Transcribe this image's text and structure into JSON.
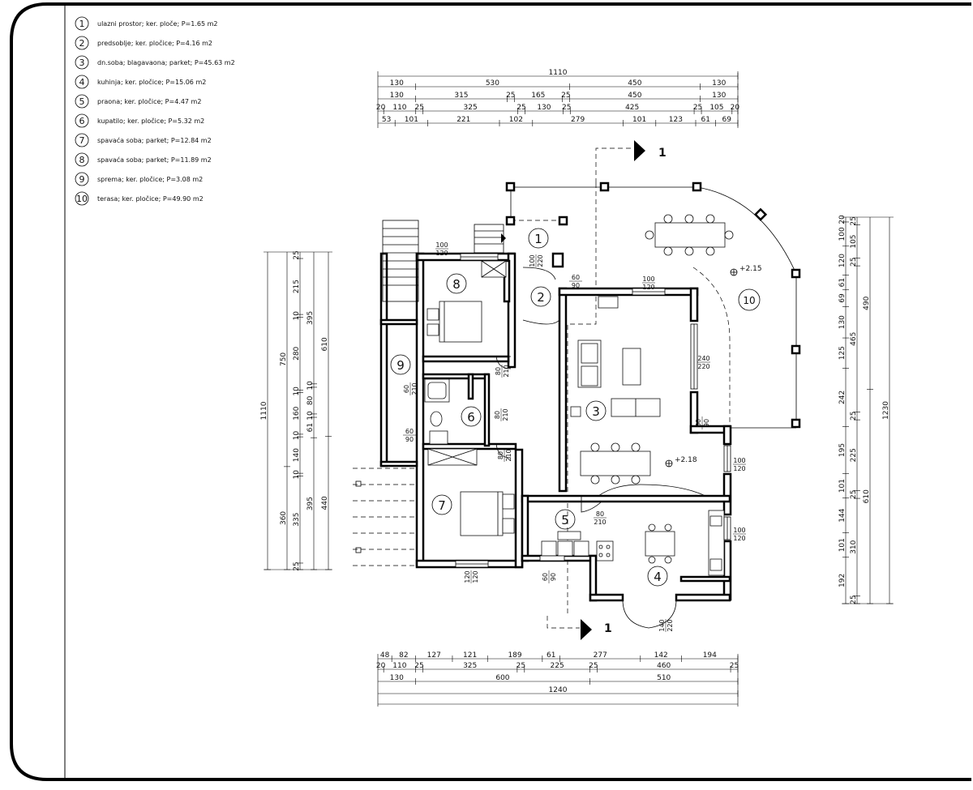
{
  "legend": [
    {
      "num": "1",
      "text": "ulazni prostor; ker. ploče; P=1.65 m2"
    },
    {
      "num": "2",
      "text": "predsoblje; ker. pločice; P=4.16 m2"
    },
    {
      "num": "3",
      "text": "dn.soba; blagavaona; parket; P=45.63 m2"
    },
    {
      "num": "4",
      "text": "kuhinja; ker. pločice; P=15.06 m2"
    },
    {
      "num": "5",
      "text": "praona; ker. pločice; P=4.47 m2"
    },
    {
      "num": "6",
      "text": "kupatilo; ker. pločice; P=5.32 m2"
    },
    {
      "num": "7",
      "text": "spavaća soba; parket; P=12.84 m2"
    },
    {
      "num": "8",
      "text": "spavaća soba; parket; P=11.89 m2"
    },
    {
      "num": "9",
      "text": "sprema; ker. pločice; P=3.08 m2"
    },
    {
      "num": "10",
      "text": "terasa; ker. pločice; P=49.90 m2"
    }
  ],
  "dims": {
    "top": {
      "total": "1110",
      "row1": [
        "130",
        "530",
        "450",
        "130"
      ],
      "row2": [
        "130",
        "315",
        "25",
        "165",
        "25",
        "450",
        "130"
      ],
      "row3": [
        "20",
        "110",
        "25",
        "325",
        "25",
        "130",
        "25",
        "425",
        "25",
        "105",
        "20"
      ],
      "row4": [
        "53",
        "101",
        "221",
        "102",
        "279",
        "101",
        "123",
        "61",
        "69"
      ]
    },
    "bottom": {
      "row1": [
        "48",
        "82",
        "127",
        "121",
        "189",
        "61",
        "277",
        "142",
        "194"
      ],
      "row2": [
        "20",
        "110",
        "25",
        "325",
        "25",
        "225",
        "25",
        "460",
        "25"
      ],
      "row3": [
        "130",
        "600",
        "510"
      ],
      "total": "1240"
    },
    "left": {
      "total": "1110",
      "col1": [
        "750",
        "360"
      ],
      "col2": [
        "25",
        "215",
        "10",
        "280",
        "10",
        "160",
        "10",
        "140",
        "10",
        "335",
        "25"
      ],
      "col3": [
        "395",
        "10",
        "80",
        "10",
        "61",
        "395"
      ],
      "col4": [
        "610",
        "440"
      ]
    },
    "right": {
      "total": "1230",
      "col1": [
        "20",
        "100",
        "120",
        "61",
        "69",
        "130",
        "125",
        "242",
        "195",
        "101",
        "144",
        "101",
        "192"
      ],
      "col2": [
        "25",
        "105",
        "25",
        "465",
        "25",
        "225",
        "25",
        "310",
        "25"
      ],
      "col3": [
        "490",
        "610"
      ]
    }
  },
  "rooms": [
    "1",
    "2",
    "3",
    "4",
    "5",
    "6",
    "7",
    "8",
    "9",
    "10"
  ],
  "doors": [
    {
      "w": "100",
      "h": "120"
    },
    {
      "w": "100",
      "h": "220"
    },
    {
      "w": "60",
      "h": "90"
    },
    {
      "w": "100",
      "h": "120"
    },
    {
      "w": "240",
      "h": "220"
    },
    {
      "w": "80",
      "h": "210"
    },
    {
      "w": "80",
      "h": "210"
    },
    {
      "w": "60",
      "h": "210"
    },
    {
      "w": "60",
      "h": "90"
    },
    {
      "w": "60",
      "h": "90"
    },
    {
      "w": "80",
      "h": "210"
    },
    {
      "w": "100",
      "h": "120"
    },
    {
      "w": "80",
      "h": "210"
    },
    {
      "w": "100",
      "h": "120"
    },
    {
      "w": "120",
      "h": "120"
    },
    {
      "w": "60",
      "h": "90"
    },
    {
      "w": "140",
      "h": "220"
    }
  ],
  "section_label": "1",
  "elevations": [
    "+2.15",
    "+2.18"
  ]
}
